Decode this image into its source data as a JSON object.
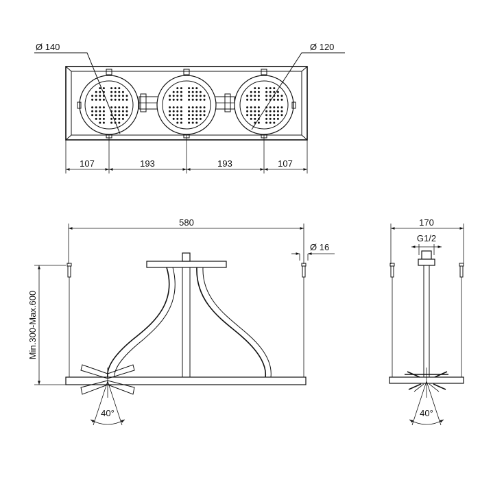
{
  "top_view": {
    "diameter_left": "Ø 140",
    "diameter_right": "Ø 120",
    "dims": [
      "107",
      "193",
      "193",
      "107"
    ]
  },
  "front_view": {
    "width": "580",
    "rod_diameter": "Ø 16",
    "height_range": "Min.300-Max.600",
    "angle": "40°"
  },
  "side_view": {
    "width": "170",
    "thread": "G1/2",
    "angle": "40°"
  }
}
